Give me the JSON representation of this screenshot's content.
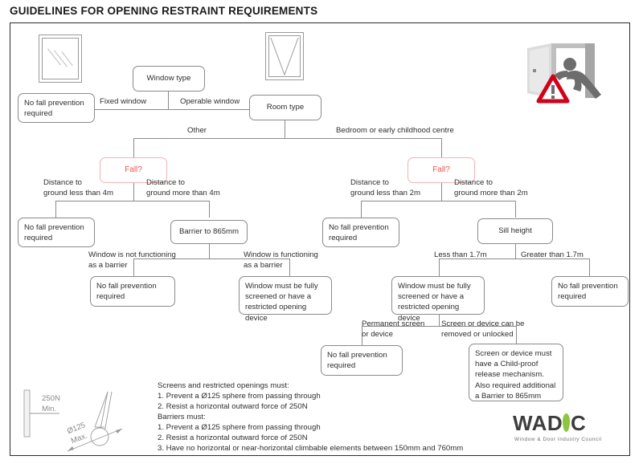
{
  "page": {
    "title": "GUIDELINES FOR OPENING RESTRAINT REQUIREMENTS"
  },
  "colors": {
    "accent_red": "#ef5350",
    "warning_red": "#d0021b",
    "logo_green": "#8cc63f",
    "line_grey": "#8a8a8a",
    "text": "#2e2e2e"
  },
  "icons": {
    "fixed_window": "fixed-window-icon",
    "operable_window": "operable-window-icon",
    "fall_warning": "person-falling-warning-icon",
    "warning_triangle": "warning-triangle-icon"
  },
  "flow": {
    "nodes": {
      "window_type": "Window type",
      "room_type": "Room type",
      "no_fall_1": "No fall prevention\nrequired",
      "fall_left": "Fall?",
      "fall_right": "Fall?",
      "no_fall_2": "No fall prevention\nrequired",
      "barrier_865": "Barrier to 865mm",
      "no_fall_3": "No fall prevention\nrequired",
      "sill_height": "Sill height",
      "no_fall_4": "No fall prevention\nrequired",
      "screened_left": "Window must be fully\nscreened or have a\nrestricted opening device",
      "screened_right": "Window must be fully\nscreened or have a\nrestricted opening device",
      "no_fall_5": "No fall prevention\nrequired",
      "no_fall_6": "No fall prevention\nrequired",
      "childproof": "Screen or device must\nhave a Child-proof\nrelease mechanism.\nAlso required additional\na Barrier to 865mm"
    },
    "edge_labels": {
      "fixed_window": "Fixed window",
      "operable_window": "Operable window",
      "other": "Other",
      "bedroom": "Bedroom or early childhood centre",
      "dist_less_4m": "Distance to\nground less than 4m",
      "dist_more_4m": "Distance to\nground more than 4m",
      "dist_less_2m": "Distance to\nground less than 2m",
      "dist_more_2m": "Distance to\nground more than 2m",
      "not_barrier": "Window is not functioning\nas a barrier",
      "is_barrier": "Window is functioning\nas a barrier",
      "less_17": "Less than 1.7m",
      "greater_17": "Greater than 1.7m",
      "permanent": "Permanent screen\nor device",
      "removable": "Screen or device can be\nremoved or unlocked"
    }
  },
  "notes": {
    "screens_heading": "Screens and restricted openings must:",
    "screens_1": "1. Prevent a Ø125 sphere from passing through",
    "screens_2": "2. Resist a horizontal outward force of 250N",
    "barriers_heading": "Barriers must:",
    "barriers_1": "1. Prevent a Ø125 sphere from passing through",
    "barriers_2": "2. Resist a horizontal outward force of 250N",
    "barriers_3": "3. Have no horizontal or near-horizontal climbable elements between 150mm and 760mm"
  },
  "diagram_labels": {
    "force": "250N\nMin.",
    "sphere": "Ø125\nMax."
  },
  "logo": {
    "name_part1": "WAD",
    "name_part2": "C",
    "tagline": "Window & Door Industry Council"
  }
}
